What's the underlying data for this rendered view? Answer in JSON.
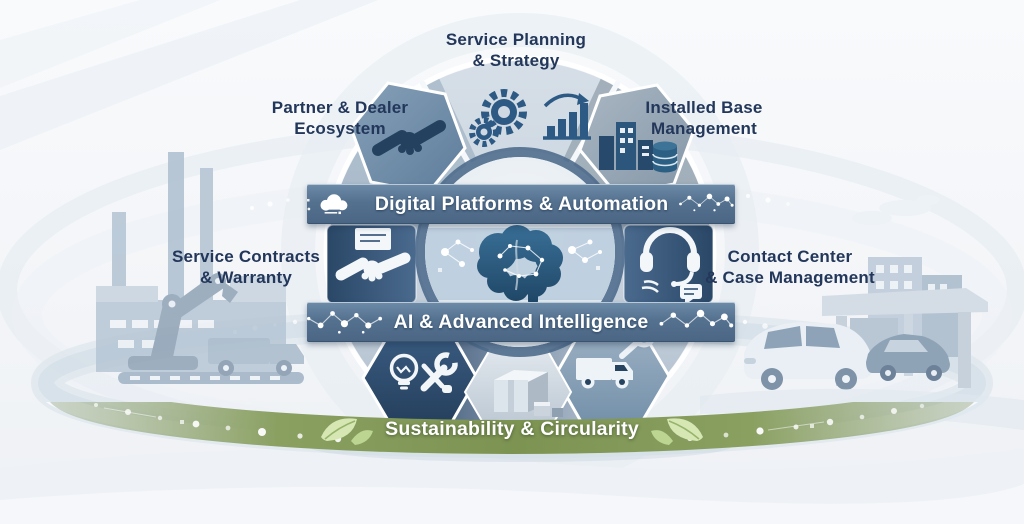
{
  "page": {
    "type": "infographic-diagram",
    "theme": "service-lifecycle-wheel"
  },
  "labels": {
    "service_planning": {
      "line1": "Service Planning",
      "line2": "& Strategy"
    },
    "partner_dealer": {
      "line1": "Partner & Dealer",
      "line2": "Ecosystem"
    },
    "installed_base": {
      "line1": "Installed Base",
      "line2": "Management"
    },
    "service_contracts": {
      "line1": "Service Contracts",
      "line2": "& Warranty"
    },
    "contact_center": {
      "line1": "Contact Center",
      "line2": "& Case Management"
    }
  },
  "banners": {
    "digital_platforms": "Digital Platforms & Automation",
    "ai_intelligence": "AI & Advanced Intelligence",
    "sustainability": "Sustainability & Circularity"
  },
  "icons": {
    "service_planning": "gears-bar-chart-icon",
    "partner_dealer": "handshake-icon",
    "installed_base": "buildings-database-icon",
    "service_contracts": "document-handshake-icon",
    "contact_center": "headset-chat-icon",
    "innovation_segment": "lightbulb-tools-icon",
    "parts_segment": "package-boxes-icon",
    "field_service_segment": "service-truck-wrench-icon",
    "digital_banner": "cloud-icon",
    "network_motif": "network-nodes-icon",
    "hub": "ai-brain-circuit-icon",
    "sustainability": "leaf-icon"
  },
  "colors": {
    "banner_blue": "#54718f",
    "label_navy": "#23375b",
    "segment_dark_blue": "#2e4c6e",
    "ring_light": "#ccd7e1",
    "sustainability_green": "#7d9455",
    "background": "#f3f5f8"
  }
}
